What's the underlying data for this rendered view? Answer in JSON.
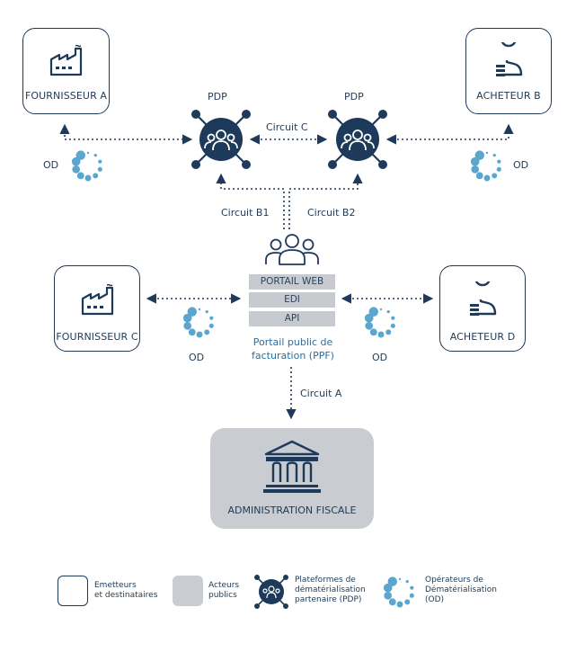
{
  "fournisseur_a": {
    "label": "FOURNISSEUR A"
  },
  "acheteur_b": {
    "label": "ACHETEUR B"
  },
  "fournisseur_c": {
    "label": "FOURNISSEUR C"
  },
  "acheteur_d": {
    "label": "ACHETEUR D"
  },
  "pdp_left": {
    "label": "PDP"
  },
  "pdp_right": {
    "label": "PDP"
  },
  "circuits": {
    "c": "Circuit C",
    "b1": "Circuit B1",
    "b2": "Circuit B2",
    "a": "Circuit A"
  },
  "od_labels": {
    "top_left": "OD",
    "top_right": "OD",
    "mid_left": "OD",
    "mid_right": "OD"
  },
  "ppf": {
    "rows": [
      "PORTAIL WEB",
      "EDI",
      "API"
    ],
    "title_line1": "Portail public de",
    "title_line2": "facturation (PPF)"
  },
  "administration": {
    "label": "ADMINISTRATION FISCALE"
  },
  "legend": {
    "emetteurs": [
      "Emetteurs",
      "et destinataires"
    ],
    "acteurs": [
      "Acteurs",
      "publics"
    ],
    "pdp": [
      "Plateformes de",
      "dématérialisation",
      "partenaire (PDP)"
    ],
    "od": [
      "Opérateurs de",
      "Dématérialisation",
      "(OD)"
    ]
  },
  "colors": {
    "navy": "#1e3a5a",
    "od_blue": "#5aa6cf",
    "grey": "#c9ccd0"
  }
}
